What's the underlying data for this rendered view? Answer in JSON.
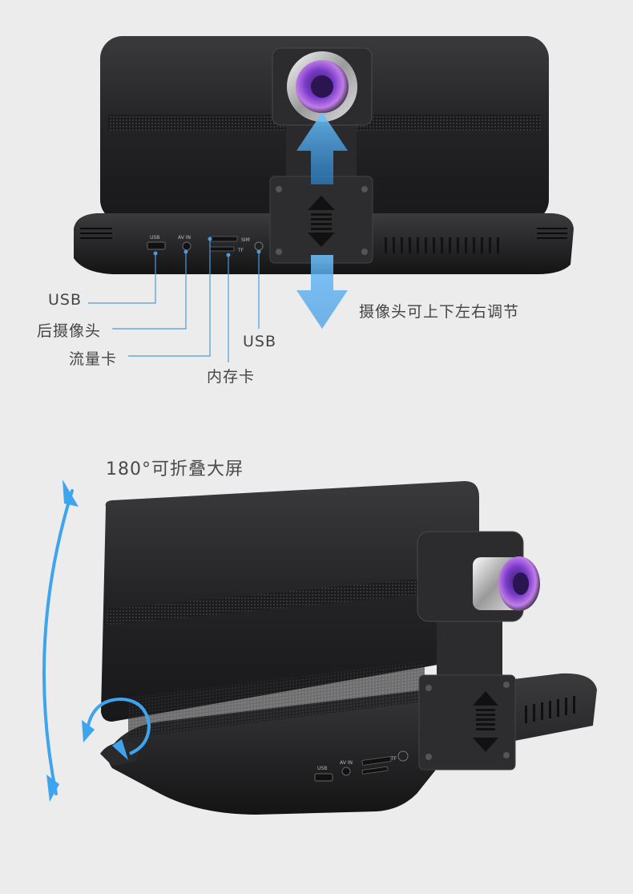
{
  "top_panel": {
    "callouts": {
      "usb_left": "USB",
      "rear_camera": "后摄像头",
      "data_card": "流量卡",
      "usb_right": "USB",
      "memory_card": "内存卡",
      "camera_adjust": "摄像头可上下左右调节"
    },
    "port_labels": {
      "usb": "USB",
      "av_in": "AV  IN",
      "sim": "SIM",
      "tf": "TF"
    }
  },
  "bottom_panel": {
    "fold_label": "180°可折叠大屏",
    "port_labels": {
      "usb": "USB",
      "av_in": "AV  IN",
      "tf": "TF"
    }
  },
  "colors": {
    "background": "#ececec",
    "device_body": "#2b2b2d",
    "accent_arrow": "#3fa4ee",
    "callout_line": "#4a9be0",
    "lens": "#8a4fd0"
  }
}
